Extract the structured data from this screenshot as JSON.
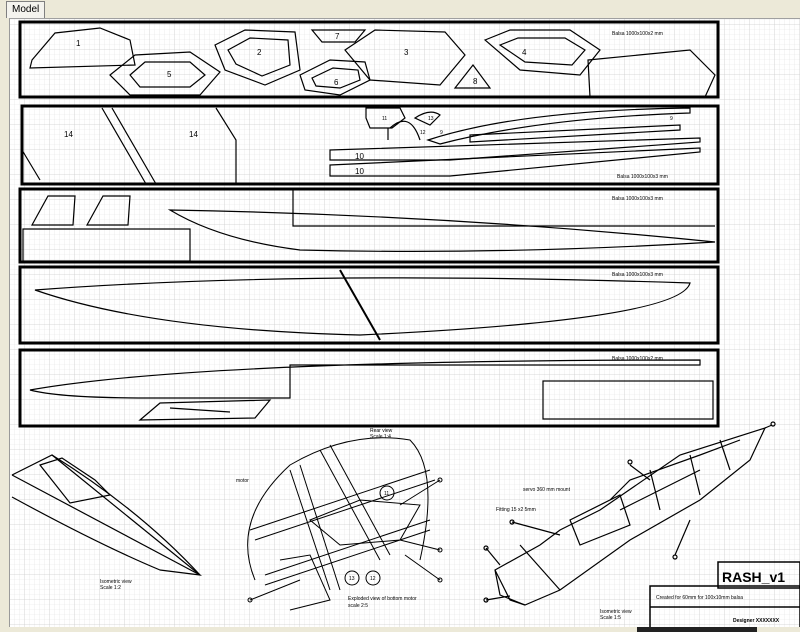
{
  "tabs": [
    {
      "label": "Model",
      "active": true
    }
  ],
  "sheets": [
    {
      "material": "Balsa 1000x100x2 mm",
      "parts": [
        "1",
        "5",
        "2",
        "7",
        "3",
        "6",
        "8",
        "4"
      ]
    },
    {
      "material": "Balsa 1000x100x3 mm",
      "parts": [
        "14",
        "14",
        "11",
        "13",
        "12",
        "9",
        "9",
        "10",
        "10"
      ]
    },
    {
      "material": "Balsa 1000x100x3 mm"
    },
    {
      "material": "Balsa 1000x100x3 mm"
    },
    {
      "material": "Balsa 1000x100x2 mm"
    }
  ],
  "views": {
    "isometric": {
      "title": "Isometric view",
      "scale": "Scale 1:2"
    },
    "rear": {
      "title": "Rear view",
      "scale": "Scale 1:4",
      "motor_label": "motor",
      "callouts": [
        "11",
        "13",
        "12"
      ],
      "caption": "Exploded view of bottom motor",
      "caption_scale": "scale 2:5"
    },
    "frame": {
      "label_a": "servo 360 mm mount",
      "label_b": "Fitting 15 x2 5mm",
      "title": "Isometric view",
      "scale": "Scale 1:5"
    }
  },
  "title_block": {
    "title": "RASH_v1",
    "description": "Created for 60mm for 100x10mm balsa",
    "designer": "Designer XXXXXXX"
  },
  "colors": {
    "line": "#000000",
    "grid": "#d8d8d8",
    "chrome": "#ece9d8"
  }
}
